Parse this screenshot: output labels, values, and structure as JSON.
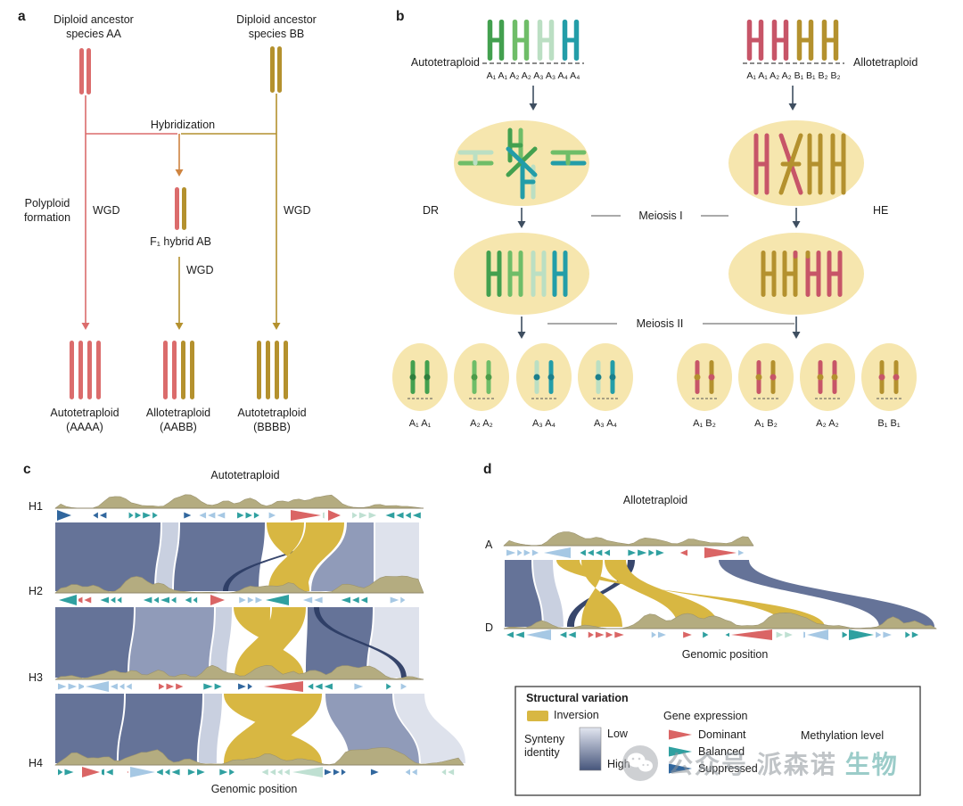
{
  "colors": {
    "chromosome_red": "#DB6C6C",
    "chromosome_crimson": "#C75568",
    "chromosome_gold": "#B4912E",
    "ellipse_cream": "#F6E6AE",
    "green_dark": "#43A04F",
    "green_mid": "#6FBD68",
    "green_mint": "#BBDFC3",
    "teal": "#239DA8",
    "arrow_dark": "#3E4E60",
    "synteny_dark": "#5D6C92",
    "synteny_mid": "#8A96B5",
    "synteny_pale": "#C6CDDE",
    "synteny_light": "#DCE0EB",
    "synteny_navy": "#2C3C64",
    "inversion_gold": "#D8B742",
    "density_olive": "#B4AC80",
    "gene_teal": "#2FA0A0",
    "gene_red": "#DA6565",
    "gene_lightblue": "#A6C8E4",
    "gene_darkblue": "#31679E",
    "gene_mint": "#BFE0D2"
  },
  "panel_a": {
    "label": "a",
    "ancestor_a_line1": "Diploid ancestor",
    "ancestor_a_line2": "species AA",
    "ancestor_b_line1": "Diploid ancestor",
    "ancestor_b_line2": "species BB",
    "hybridization": "Hybridization",
    "polyploid_line1": "Polyploid",
    "polyploid_line2": "formation",
    "wgd_left": "WGD",
    "wgd_center": "WGD",
    "wgd_right": "WGD",
    "f1_label": "F₁ hybrid AB",
    "auto_a_line1": "Autotetraploid",
    "auto_a_line2": "(AAAA)",
    "allo_line1": "Allotetraploid",
    "allo_line2": "(AABB)",
    "auto_b_line1": "Autotetraploid",
    "auto_b_line2": "(BBBB)"
  },
  "panel_b": {
    "label": "b",
    "left_group_title": "Autotetraploid",
    "right_group_title": "Allotetraploid",
    "left_alleles": "A₁ A₁ A₂ A₂ A₃ A₃ A₄ A₄",
    "right_alleles": "A₁ A₁ A₂ A₂ B₁ B₁ B₂ B₂",
    "dr": "DR",
    "he": "HE",
    "meiosis_1": "Meiosis I",
    "meiosis_2": "Meiosis II",
    "left_gametes": [
      "A₁ A₁",
      "A₂ A₂",
      "A₃ A₄",
      "A₃ A₄"
    ],
    "right_gametes": [
      "A₁ B₂",
      "A₁ B₂",
      "A₂ A₂",
      "B₁ B₁"
    ]
  },
  "panel_c": {
    "label": "c",
    "title": "Autotetraploid",
    "haplotypes": [
      "H1",
      "H2",
      "H3",
      "H4"
    ],
    "xlabel": "Genomic position"
  },
  "panel_d": {
    "label": "d",
    "title": "Allotetraploid",
    "track_a": "A",
    "track_d": "D",
    "xlabel": "Genomic position",
    "legend": {
      "title": "Structural variation",
      "inversion": "Inversion",
      "synteny_line1": "Synteny",
      "synteny_line2": "identity",
      "low": "Low",
      "high": "High",
      "gene_expression": "Gene expression",
      "dominant": "Dominant",
      "balanced": "Balanced",
      "suppressed": "Suppressed",
      "methylation": "Methylation level"
    }
  },
  "watermark": {
    "text": "公众号 派森诺",
    "text_suffix": "生物"
  }
}
